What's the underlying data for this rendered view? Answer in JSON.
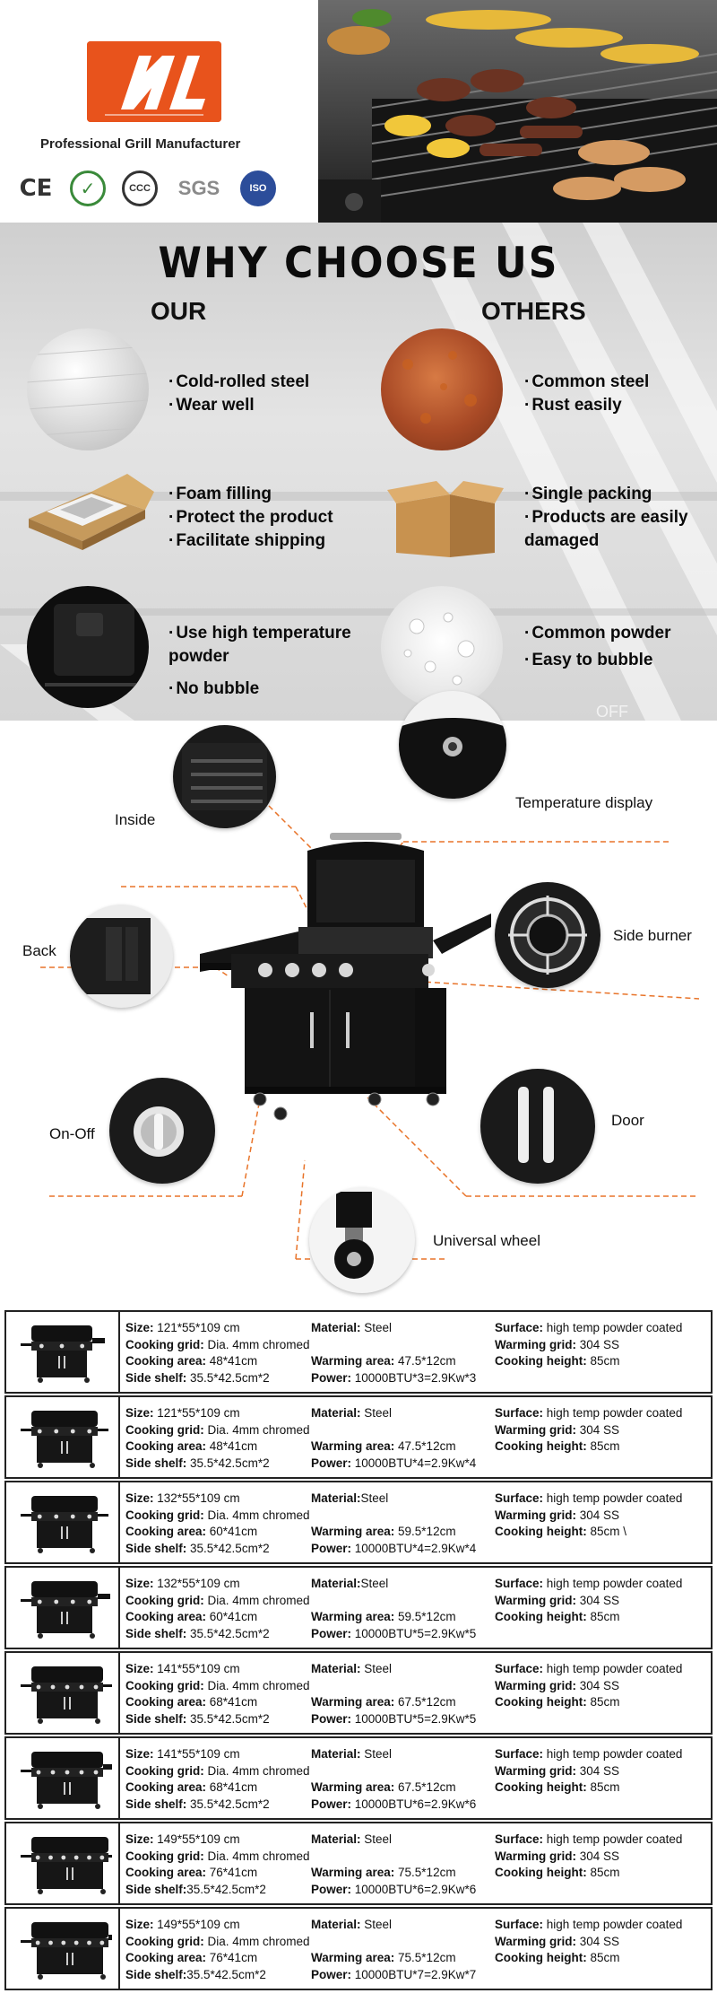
{
  "brand": {
    "logo_text": "NL",
    "tagline": "Professional Grill Manufacturer",
    "certifications": [
      {
        "icon": "ce-mark-icon",
        "label": "CE"
      },
      {
        "icon": "rohs-check-icon",
        "label": "✓"
      },
      {
        "icon": "ccc-mark-icon",
        "label": "CCC"
      },
      {
        "icon": "sgs-mark-icon",
        "label": "SGS"
      },
      {
        "icon": "iso-mark-icon",
        "label": "ISO"
      }
    ]
  },
  "why": {
    "title": "WHY CHOOSE US",
    "our_heading": "OUR",
    "others_heading": "OTHERS",
    "rows": [
      {
        "our": [
          "Cold-rolled steel",
          "Wear well"
        ],
        "others": [
          "Common steel",
          "Rust easily"
        ]
      },
      {
        "our": [
          "Foam filling",
          "Protect the product",
          "Facilitate shipping"
        ],
        "others": [
          "Single packing",
          "Products are easily damaged"
        ]
      },
      {
        "our": [
          "Use  high temperature powder",
          "No bubble"
        ],
        "others": [
          "Common powder",
          "Easy to bubble"
        ]
      }
    ],
    "watermark": "OFF"
  },
  "diagram": {
    "labels": {
      "inside": "Inside",
      "temperature": "Temperature display",
      "back": "Back",
      "side_burner": "Side burner",
      "on_off": "On-Off",
      "door": "Door",
      "wheel": "Universal wheel"
    },
    "accent": "#e8742a"
  },
  "specs": [
    {
      "burners": 3,
      "side_burner": true,
      "col1": [
        [
          "Size:",
          " 121*55*109 cm"
        ],
        [
          "Cooking grid:",
          " Dia. 4mm chromed"
        ],
        [
          "Cooking area:",
          " 48*41cm"
        ],
        [
          "Side shelf:",
          " 35.5*42.5cm*2"
        ]
      ],
      "col2": [
        [
          "Material:",
          " Steel"
        ],
        [
          "",
          ""
        ],
        [
          "Warming area:",
          " 47.5*12cm"
        ],
        [
          "Power:",
          " 10000BTU*3=2.9Kw*3"
        ]
      ],
      "col3": [
        [
          "Surface:",
          " high temp powder coated"
        ],
        [
          "Warming grid:",
          " 304 SS"
        ],
        [
          "Cooking height:",
          " 85cm"
        ],
        [
          "",
          ""
        ]
      ]
    },
    {
      "burners": 4,
      "side_burner": false,
      "col1": [
        [
          "Size:",
          " 121*55*109 cm"
        ],
        [
          "Cooking grid:",
          " Dia. 4mm chromed"
        ],
        [
          "Cooking area:",
          " 48*41cm"
        ],
        [
          "Side shelf:",
          " 35.5*42.5cm*2"
        ]
      ],
      "col2": [
        [
          "Material:",
          " Steel"
        ],
        [
          "",
          ""
        ],
        [
          "Warming area:",
          " 47.5*12cm"
        ],
        [
          "Power:",
          " 10000BTU*4=2.9Kw*4"
        ]
      ],
      "col3": [
        [
          "Surface:",
          " high temp powder coated"
        ],
        [
          "Warming grid:",
          " 304 SS"
        ],
        [
          "Cooking height:",
          " 85cm"
        ],
        [
          "",
          ""
        ]
      ]
    },
    {
      "burners": 4,
      "side_burner": false,
      "col1": [
        [
          "Size:",
          " 132*55*109 cm"
        ],
        [
          "Cooking grid:",
          " Dia. 4mm chromed"
        ],
        [
          "Cooking area:",
          " 60*41cm"
        ],
        [
          "Side shelf:",
          " 35.5*42.5cm*2"
        ]
      ],
      "col2": [
        [
          "Material:",
          "Steel"
        ],
        [
          "",
          ""
        ],
        [
          "Warming area:",
          " 59.5*12cm"
        ],
        [
          "Power:",
          " 10000BTU*4=2.9Kw*4"
        ]
      ],
      "col3": [
        [
          "Surface:",
          " high temp powder coated"
        ],
        [
          "Warming grid:",
          " 304 SS"
        ],
        [
          "Cooking height:",
          " 85cm \\"
        ],
        [
          "",
          ""
        ]
      ]
    },
    {
      "burners": 4,
      "side_burner": true,
      "col1": [
        [
          "Size:",
          " 132*55*109 cm"
        ],
        [
          "Cooking grid:",
          " Dia. 4mm chromed"
        ],
        [
          "Cooking area:",
          " 60*41cm"
        ],
        [
          "Side shelf:",
          " 35.5*42.5cm*2"
        ]
      ],
      "col2": [
        [
          "Material:",
          "Steel"
        ],
        [
          "",
          ""
        ],
        [
          "Warming area:",
          " 59.5*12cm"
        ],
        [
          "Power:",
          " 10000BTU*5=2.9Kw*5"
        ]
      ],
      "col3": [
        [
          "Surface:",
          " high temp powder coated"
        ],
        [
          "Warming grid:",
          " 304 SS"
        ],
        [
          "Cooking height:",
          " 85cm"
        ],
        [
          "",
          ""
        ]
      ]
    },
    {
      "burners": 5,
      "side_burner": false,
      "col1": [
        [
          "Size:",
          " 141*55*109 cm"
        ],
        [
          "Cooking grid:",
          " Dia. 4mm chromed"
        ],
        [
          "Cooking area:",
          " 68*41cm"
        ],
        [
          "Side shelf:",
          " 35.5*42.5cm*2"
        ]
      ],
      "col2": [
        [
          "Material:",
          " Steel"
        ],
        [
          "",
          ""
        ],
        [
          "Warming area:",
          " 67.5*12cm"
        ],
        [
          "Power:",
          " 10000BTU*5=2.9Kw*5"
        ]
      ],
      "col3": [
        [
          "Surface:",
          " high temp powder coated"
        ],
        [
          "Warming grid:",
          " 304 SS"
        ],
        [
          "Cooking height:",
          " 85cm"
        ],
        [
          "",
          ""
        ]
      ]
    },
    {
      "burners": 5,
      "side_burner": true,
      "col1": [
        [
          "Size:",
          " 141*55*109 cm"
        ],
        [
          "Cooking grid:",
          " Dia. 4mm chromed"
        ],
        [
          "Cooking area:",
          " 68*41cm"
        ],
        [
          "Side shelf:",
          " 35.5*42.5cm*2"
        ]
      ],
      "col2": [
        [
          "Material:",
          " Steel"
        ],
        [
          "",
          ""
        ],
        [
          "Warming area:",
          " 67.5*12cm"
        ],
        [
          "Power:",
          " 10000BTU*6=2.9Kw*6"
        ]
      ],
      "col3": [
        [
          "Surface:",
          " high temp powder coated"
        ],
        [
          "Warming grid:",
          " 304 SS"
        ],
        [
          "Cooking height:",
          " 85cm"
        ],
        [
          "",
          ""
        ]
      ]
    },
    {
      "burners": 6,
      "side_burner": false,
      "col1": [
        [
          "Size:",
          " 149*55*109 cm"
        ],
        [
          "Cooking grid:",
          " Dia. 4mm chromed"
        ],
        [
          "Cooking area:",
          " 76*41cm"
        ],
        [
          "Side shelf:",
          "35.5*42.5cm*2"
        ]
      ],
      "col2": [
        [
          "Material:",
          " Steel"
        ],
        [
          "",
          ""
        ],
        [
          "Warming area:",
          " 75.5*12cm"
        ],
        [
          "Power:",
          " 10000BTU*6=2.9Kw*6"
        ]
      ],
      "col3": [
        [
          "Surface:",
          " high temp powder coated"
        ],
        [
          "Warming grid:",
          " 304 SS"
        ],
        [
          "Cooking height:",
          " 85cm"
        ],
        [
          "",
          ""
        ]
      ]
    },
    {
      "burners": 6,
      "side_burner": true,
      "col1": [
        [
          "Size:",
          " 149*55*109 cm"
        ],
        [
          "Cooking grid:",
          " Dia. 4mm chromed"
        ],
        [
          "Cooking area:",
          " 76*41cm"
        ],
        [
          "Side shelf:",
          "35.5*42.5cm*2"
        ]
      ],
      "col2": [
        [
          "Material:",
          " Steel"
        ],
        [
          "",
          ""
        ],
        [
          "Warming area:",
          " 75.5*12cm"
        ],
        [
          "Power:",
          " 10000BTU*7=2.9Kw*7"
        ]
      ],
      "col3": [
        [
          "Surface:",
          " high temp powder coated"
        ],
        [
          "Warming grid:",
          " 304 SS"
        ],
        [
          "Cooking height:",
          " 85cm"
        ],
        [
          "",
          ""
        ]
      ]
    }
  ]
}
